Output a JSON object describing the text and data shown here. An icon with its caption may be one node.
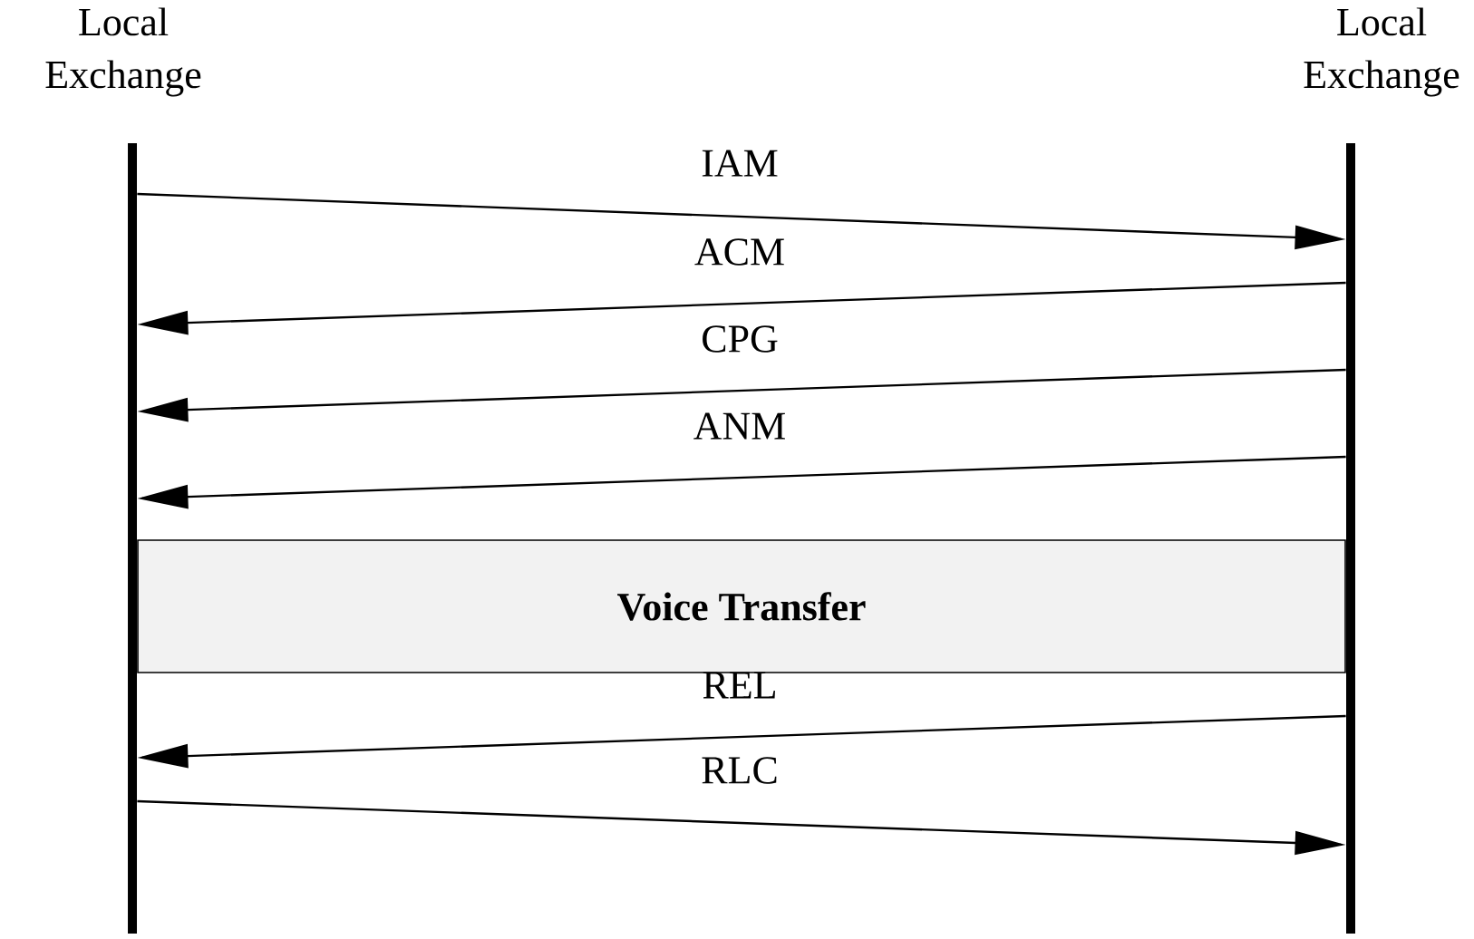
{
  "diagram": {
    "nodes": [
      {
        "text": [
          "Local Exchange"
        ]
      },
      {
        "text": [
          "Local Exchange"
        ]
      },
      {
        "text": [
          "Voice Transfer"
        ]
      }
    ],
    "edges": [
      {
        "from": 0,
        "to": 1,
        "arrow": "to",
        "label": "IAM"
      },
      {
        "from": 1,
        "to": 0,
        "arrow": "to",
        "label": "ACM"
      },
      {
        "from": 1,
        "to": 0,
        "arrow": "to",
        "label": "CPG"
      },
      {
        "from": 1,
        "to": 0,
        "arrow": "to",
        "label": "ANM"
      },
      {
        "from": 1,
        "to": 0,
        "arrow": "to",
        "label": "REL"
      },
      {
        "from": 0,
        "to": 1,
        "arrow": "to",
        "label": "RLC"
      }
    ]
  }
}
